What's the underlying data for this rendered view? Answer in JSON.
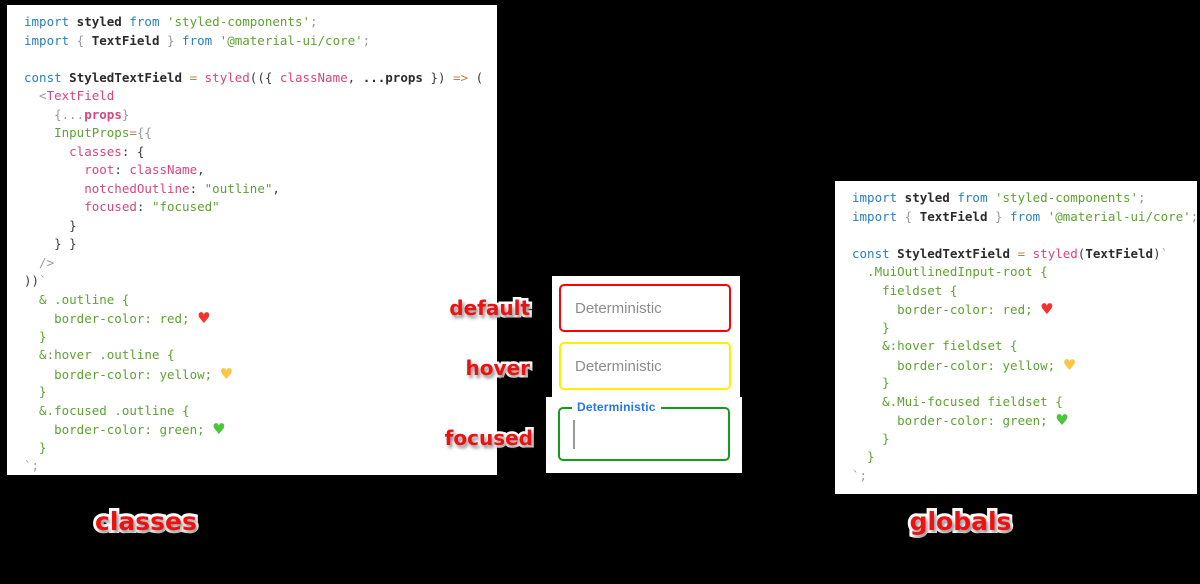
{
  "palette": {
    "kw": {
      "color": "#2a7fbd"
    },
    "txt": {
      "color": "#3c3c3c"
    },
    "txtb": {
      "color": "#2b2b2b",
      "bold": true
    },
    "fn": {
      "color": "#d9457e"
    },
    "fnb": {
      "color": "#d9457e",
      "bold": true
    },
    "str": {
      "color": "#5ea233"
    },
    "op": {
      "color": "#b5824f"
    },
    "pun": {
      "color": "#9b9b9b"
    },
    "hr": {
      "color": "#f2342c",
      "heart": true,
      "name": "red-heart-emoji"
    },
    "hy": {
      "color": "#fdc646",
      "heart": true,
      "name": "yellow-heart-emoji"
    },
    "hg": {
      "color": "#4cc43c",
      "heart": true,
      "name": "green-heart-emoji"
    }
  },
  "code_panels": {
    "classes": {
      "lines": [
        [
          [
            "kw",
            "import"
          ],
          [
            "txtb",
            " styled"
          ],
          [
            "kw",
            " from"
          ],
          [
            "str",
            " 'styled-components'"
          ],
          [
            "pun",
            ";"
          ]
        ],
        [
          [
            "kw",
            "import"
          ],
          [
            "pun",
            " { "
          ],
          [
            "txtb",
            "TextField"
          ],
          [
            "pun",
            " } "
          ],
          [
            "kw",
            "from"
          ],
          [
            "str",
            " '@material-ui/core'"
          ],
          [
            "pun",
            ";"
          ]
        ],
        [],
        [
          [
            "kw",
            "const"
          ],
          [
            "txtb",
            " StyledTextField"
          ],
          [
            "op",
            " = "
          ],
          [
            "fn",
            "styled"
          ],
          [
            "txt",
            "(({ "
          ],
          [
            "fn",
            "className"
          ],
          [
            "txt",
            ", "
          ],
          [
            "txtb",
            "...props"
          ],
          [
            "txt",
            " }) "
          ],
          [
            "op",
            "=>"
          ],
          [
            "txt",
            " ("
          ]
        ],
        [
          [
            "pun",
            "  <"
          ],
          [
            "fn",
            "TextField"
          ]
        ],
        [
          [
            "pun",
            "    {..."
          ],
          [
            "fnb",
            "props"
          ],
          [
            "pun",
            "}"
          ]
        ],
        [
          [
            "str",
            "    InputProps"
          ],
          [
            "op",
            "="
          ],
          [
            "pun",
            "{{"
          ]
        ],
        [
          [
            "fn",
            "      classes"
          ],
          [
            "txt",
            ": {"
          ]
        ],
        [
          [
            "fn",
            "        root"
          ],
          [
            "txt",
            ": "
          ],
          [
            "fn",
            "className"
          ],
          [
            "txt",
            ","
          ]
        ],
        [
          [
            "fn",
            "        notchedOutline"
          ],
          [
            "txt",
            ": "
          ],
          [
            "str",
            "\"outline\""
          ],
          [
            "txt",
            ","
          ]
        ],
        [
          [
            "fn",
            "        focused"
          ],
          [
            "txt",
            ": "
          ],
          [
            "str",
            "\"focused\""
          ]
        ],
        [
          [
            "txt",
            "      }"
          ]
        ],
        [
          [
            "txt",
            "    } }"
          ]
        ],
        [
          [
            "pun",
            "  />"
          ]
        ],
        [
          [
            "txt",
            "))"
          ],
          [
            "pun",
            "`"
          ]
        ],
        [
          [
            "str",
            "  & .outline {"
          ]
        ],
        [
          [
            "str",
            "    border-color: red; "
          ],
          [
            "hr",
            "♥"
          ]
        ],
        [
          [
            "str",
            "  }"
          ]
        ],
        [
          [
            "str",
            "  &:hover .outline {"
          ]
        ],
        [
          [
            "str",
            "    border-color: yellow; "
          ],
          [
            "hy",
            "♥"
          ]
        ],
        [
          [
            "str",
            "  }"
          ]
        ],
        [
          [
            "str",
            "  &.focused .outline {"
          ]
        ],
        [
          [
            "str",
            "    border-color: green; "
          ],
          [
            "hg",
            "♥"
          ]
        ],
        [
          [
            "str",
            "  }"
          ]
        ],
        [
          [
            "pun",
            "`;"
          ]
        ]
      ]
    },
    "globals": {
      "lines": [
        [
          [
            "kw",
            "import"
          ],
          [
            "txtb",
            " styled"
          ],
          [
            "kw",
            " from"
          ],
          [
            "str",
            " 'styled-components'"
          ],
          [
            "pun",
            ";"
          ]
        ],
        [
          [
            "kw",
            "import"
          ],
          [
            "pun",
            " { "
          ],
          [
            "txtb",
            "TextField"
          ],
          [
            "pun",
            " } "
          ],
          [
            "kw",
            "from"
          ],
          [
            "str",
            " '@material-ui/core'"
          ],
          [
            "pun",
            ";"
          ]
        ],
        [],
        [
          [
            "kw",
            "const"
          ],
          [
            "txtb",
            " StyledTextField"
          ],
          [
            "op",
            " = "
          ],
          [
            "fn",
            "styled"
          ],
          [
            "txt",
            "("
          ],
          [
            "txtb",
            "TextField"
          ],
          [
            "txt",
            ")"
          ],
          [
            "pun",
            "`"
          ]
        ],
        [
          [
            "str",
            "  .MuiOutlinedInput-root {"
          ]
        ],
        [
          [
            "str",
            "    fieldset {"
          ]
        ],
        [
          [
            "str",
            "      border-color: red; "
          ],
          [
            "hr",
            "♥"
          ]
        ],
        [
          [
            "str",
            "    }"
          ]
        ],
        [
          [
            "str",
            "    &:hover fieldset {"
          ]
        ],
        [
          [
            "str",
            "      border-color: yellow; "
          ],
          [
            "hy",
            "♥"
          ]
        ],
        [
          [
            "str",
            "    }"
          ]
        ],
        [
          [
            "str",
            "    &.Mui-focused fieldset {"
          ]
        ],
        [
          [
            "str",
            "      border-color: green; "
          ],
          [
            "hg",
            "♥"
          ]
        ],
        [
          [
            "str",
            "    }"
          ]
        ],
        [
          [
            "str",
            "  }"
          ]
        ],
        [
          [
            "pun",
            "`;"
          ]
        ]
      ]
    }
  },
  "states": {
    "default": {
      "label": "default",
      "placeholder": "Deterministic",
      "border_color": "#ff0000"
    },
    "hover": {
      "label": "hover",
      "placeholder": "Deterministic",
      "border_color": "#fff000"
    },
    "focused": {
      "label": "focused",
      "floating_label": "Deterministic",
      "border_color": "#169c1b",
      "floating_label_color": "#2477e8"
    }
  },
  "captions": {
    "left": "classes",
    "right": "globals"
  },
  "colors": {
    "background": "#000000",
    "panel_background": "#ffffff",
    "accent_label_red": "#ee1111",
    "placeholder_gray": "#8c8c8c",
    "caret_gray": "#9a9a9a"
  }
}
